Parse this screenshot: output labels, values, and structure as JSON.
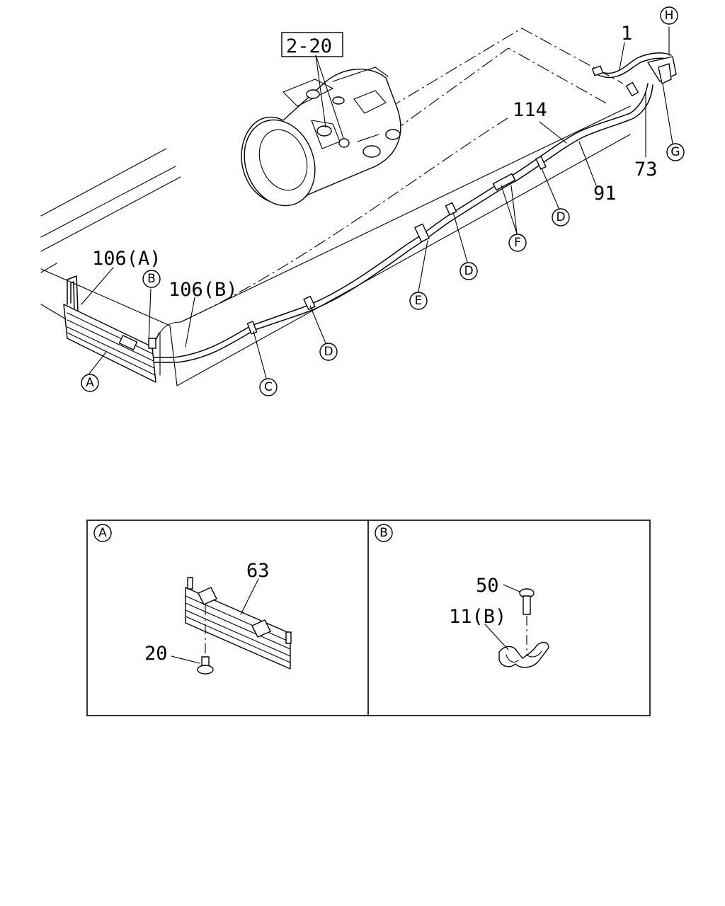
{
  "main_labels": {
    "part_2_20": "2-20",
    "part_1": "1",
    "part_114": "114",
    "part_73": "73",
    "part_91": "91",
    "part_106a": "106(A)",
    "part_106b": "106(B)"
  },
  "callouts": {
    "A": "A",
    "B": "B",
    "C": "C",
    "D": "D",
    "E": "E",
    "F": "F",
    "G": "G",
    "H": "H"
  },
  "detail_a": {
    "tag": "A",
    "part_63": "63",
    "part_20": "20"
  },
  "detail_b": {
    "tag": "B",
    "part_50": "50",
    "part_11b": "11(B)"
  }
}
